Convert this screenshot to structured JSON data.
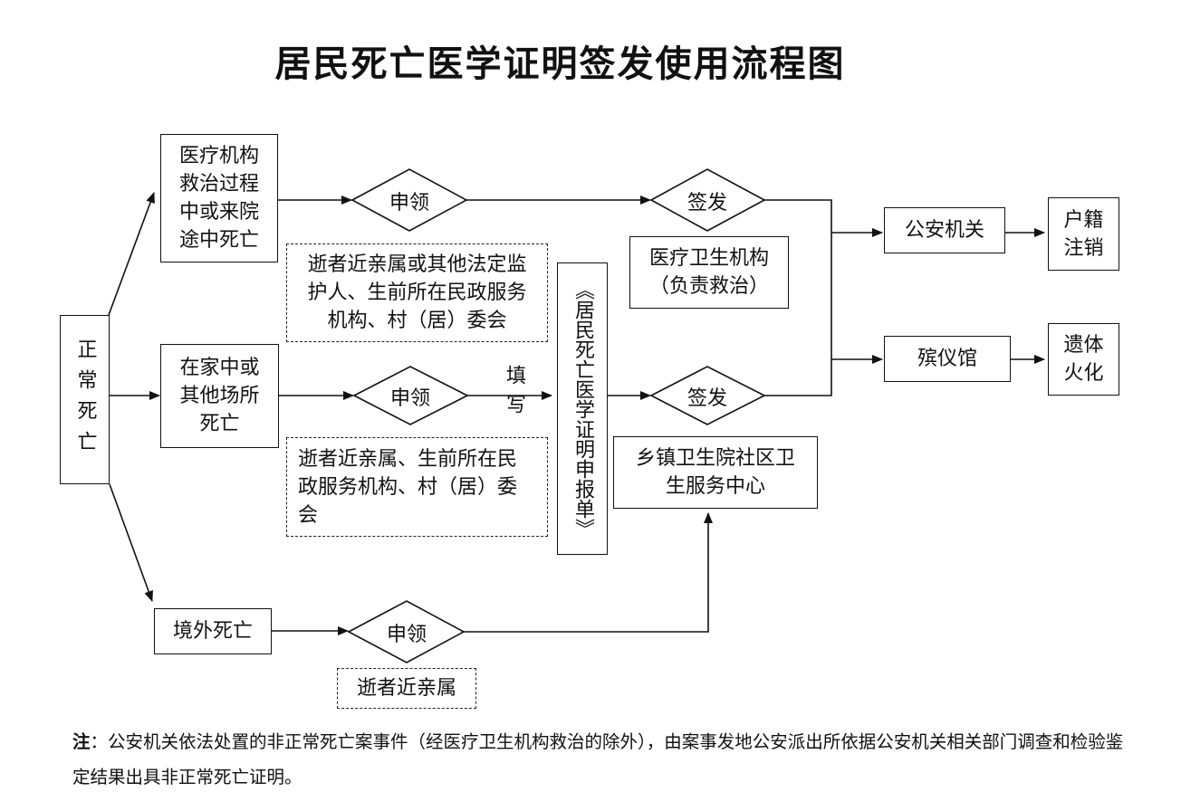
{
  "title": "居民死亡医学证明签发使用流程图",
  "root": "正常死亡",
  "origins": {
    "hospital": "医疗机构救治过程中或来院途中死亡",
    "home": "在家中或其他场所死亡",
    "abroad": "境外死亡"
  },
  "actions": {
    "apply": "申领",
    "issue": "签发",
    "fill": "填写"
  },
  "applicants": {
    "hospital": "逝者近亲属或其他法定监护人、生前所在民政服务机构、村（居）委会",
    "home": "逝者近亲属、生前所在民政服务机构、村（居）委会",
    "abroad": "逝者近亲属"
  },
  "form": "《居民死亡医学证明申报单》",
  "issuers": {
    "hospital": "医疗卫生机构（负责救治）",
    "community": "乡镇卫生院社区卫生服务中心"
  },
  "destinations": {
    "police": "公安机关",
    "funeral": "殡仪馆"
  },
  "outcomes": {
    "police": "户籍注销",
    "funeral": "遗体火化"
  },
  "note": {
    "label": "注",
    "text": "：公安机关依法处置的非正常死亡案事件（经医疗卫生机构救治的除外），由案事发地公安派出所依据公安机关相关部门调查和检验鉴定结果出具非正常死亡证明。"
  }
}
